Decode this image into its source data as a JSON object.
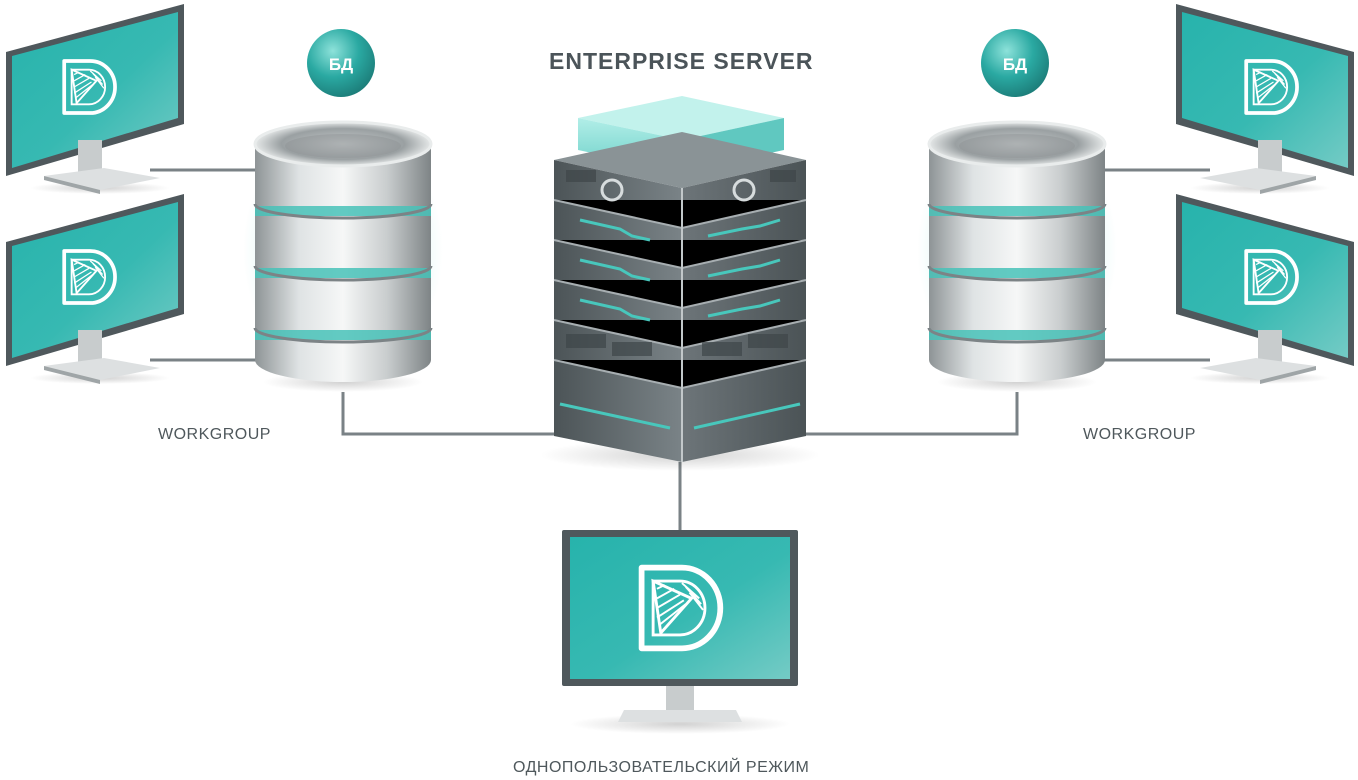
{
  "server": {
    "title": "ENTERPRISE SERVER"
  },
  "left_group": {
    "label": "WORKGROUP",
    "db_badge": "БД"
  },
  "right_group": {
    "label": "WORKGROUP",
    "db_badge": "БД"
  },
  "single_user": {
    "label": "ОДНОПОЛЬЗОВАТЕЛЬСКИЙ РЕЖИМ"
  },
  "colors": {
    "teal": "#2bb3ad",
    "teal_light": "#6fd3cb",
    "line": "#7a8286",
    "server_dark": "#5b6468",
    "text": "#4f585c"
  }
}
